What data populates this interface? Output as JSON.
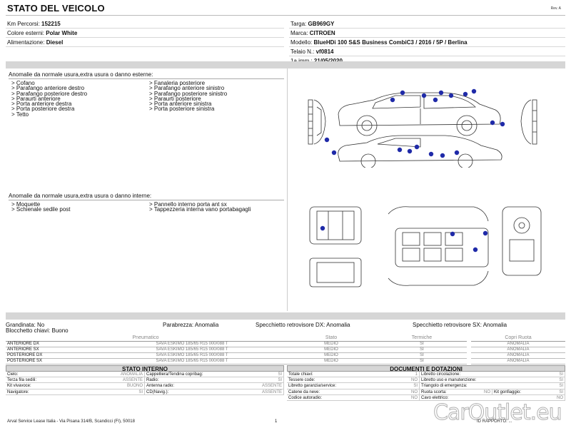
{
  "header": {
    "title": "STATO DEL VEICOLO",
    "revision": "Rev. A"
  },
  "vehicle_left": [
    {
      "label": "Km Percorsi:",
      "value": "152215"
    },
    {
      "label": "Colore esterni:",
      "value": "Polar White"
    },
    {
      "label": "Alimentazione:",
      "value": "Diesel"
    }
  ],
  "vehicle_right": [
    {
      "label": "Targa:",
      "value": "GB969GY"
    },
    {
      "label": "Marca:",
      "value": "CITROEN"
    },
    {
      "label": "Modello:",
      "value": "BlueHDi 100 S&S Business CombiC3 / 2016 / 5P / Berlina"
    },
    {
      "label": "Telaio N.:",
      "value": "vf0814"
    },
    {
      "label": "1a imm.:",
      "value": "21/05/2020"
    }
  ],
  "external": {
    "title": "Anomalie da normale usura,extra usura o danno esterne:",
    "col1": [
      "> Cofano",
      "> Parafango anteriore destro",
      "> Parafango posteriore destro",
      "> Paraurti anteriore",
      "> Porta anteriore destra",
      "> Porta posteriore destra",
      "> Tetto"
    ],
    "col2": [
      "> Fanaleria posteriore",
      "> Parafango anteriore sinistro",
      "> Parafango posteriore sinistro",
      "> Paraurti posteriore",
      "> Porta anteriore sinistra",
      "> Porta posteriore sinistra"
    ]
  },
  "internal": {
    "title": "Anomalie da normale usura,extra usura o danno interne:",
    "col1": [
      "> Moquette",
      "> Schienale sedile post"
    ],
    "col2": [
      "> Pannello interno porta ant sx",
      "> Tappezzeria interna vano portabagagli"
    ]
  },
  "misc": {
    "grandinata": "Grandinata: No",
    "parabrezza": "Parabrezza: Anomalia",
    "specchietto_dx": "Specchietto retrovisore DX: Anomalia",
    "specchietto_sx": "Specchietto retrovisore SX: Anomalia",
    "blocchetto": "Blocchetto chiavi: Buono"
  },
  "tyres": {
    "headers": [
      "Pneumatico",
      "Stato",
      "Termiche",
      "Copri Ruota"
    ],
    "rows": [
      {
        "pos": "ANTERIORE DX",
        "model": "SAVA ESKIMO 185/65 R15 000/088 T",
        "stato": "MEDIO",
        "termiche": "SI",
        "copri": "ANOMALIA"
      },
      {
        "pos": "ANTERIORE SX",
        "model": "SAVA ESKIMO 185/65 R15 000/088 T",
        "stato": "MEDIO",
        "termiche": "SI",
        "copri": "ANOMALIA"
      },
      {
        "pos": "POSTERIORE DX",
        "model": "SAVA ESKIMO 185/65 R15 000/088 T",
        "stato": "MEDIO",
        "termiche": "SI",
        "copri": "ANOMALIA"
      },
      {
        "pos": "POSTERIORE SX",
        "model": "SAVA ESKIMO 185/65 R15 000/088 T",
        "stato": "MEDIO",
        "termiche": "SI",
        "copri": "ANOMALIA"
      }
    ]
  },
  "stato_interno": {
    "title": "STATO INTERNO",
    "rows": [
      [
        {
          "label": "Cielo:",
          "value": "ANOMALIA"
        },
        {
          "label": "Cappelliera/Tendina copribag:",
          "value": "SI"
        }
      ],
      [
        {
          "label": "Terza fila sedili:",
          "value": "ASSENTE"
        },
        {
          "label": "Radio:",
          "value": "SI"
        }
      ],
      [
        {
          "label": "Kit vivavoce:",
          "value": "BUONO"
        },
        {
          "label": "Antenna radio:",
          "value": "ASSENTE"
        }
      ],
      [
        {
          "label": "Navigatore:",
          "value": "SI"
        },
        {
          "label": "CD(Navig.):",
          "value": "ASSENTE"
        }
      ]
    ]
  },
  "documenti": {
    "title": "DOCUMENTI E DOTAZIONI",
    "rows": [
      [
        {
          "label": "Totale chiavi:",
          "value": "1"
        },
        {
          "label": "Libretto circolazione:",
          "value": "SI"
        }
      ],
      [
        {
          "label": "Tessere code:",
          "value": "NO"
        },
        {
          "label": "Libretto uso e manutenzione:",
          "value": "SI"
        }
      ],
      [
        {
          "label": "Libretto garanzia/service:",
          "value": "SI"
        },
        {
          "label": "Triangolo di emergenza:",
          "value": "SI"
        }
      ],
      [
        {
          "label": "Catene da neve:",
          "value": "NO"
        },
        {
          "label": "Ruota scorta:",
          "value": "NO"
        },
        {
          "label": "Kit gonfiaggio:",
          "value": "SI"
        }
      ],
      [
        {
          "label": "Codice autoradio:",
          "value": "NO"
        },
        {
          "label": "Cavo elettrico:",
          "value": "NO"
        }
      ]
    ]
  },
  "footer": {
    "company": "Arval Service Lease Italia - Via Pisana 314/B, Scandicci (FI), 50018",
    "page": "1",
    "right": "ID RAPPORTO: ...",
    "watermark": "CarOutlet.eu"
  },
  "colors": {
    "damage_dot": "#1f2aa8",
    "bar": "#d6d6d6"
  }
}
